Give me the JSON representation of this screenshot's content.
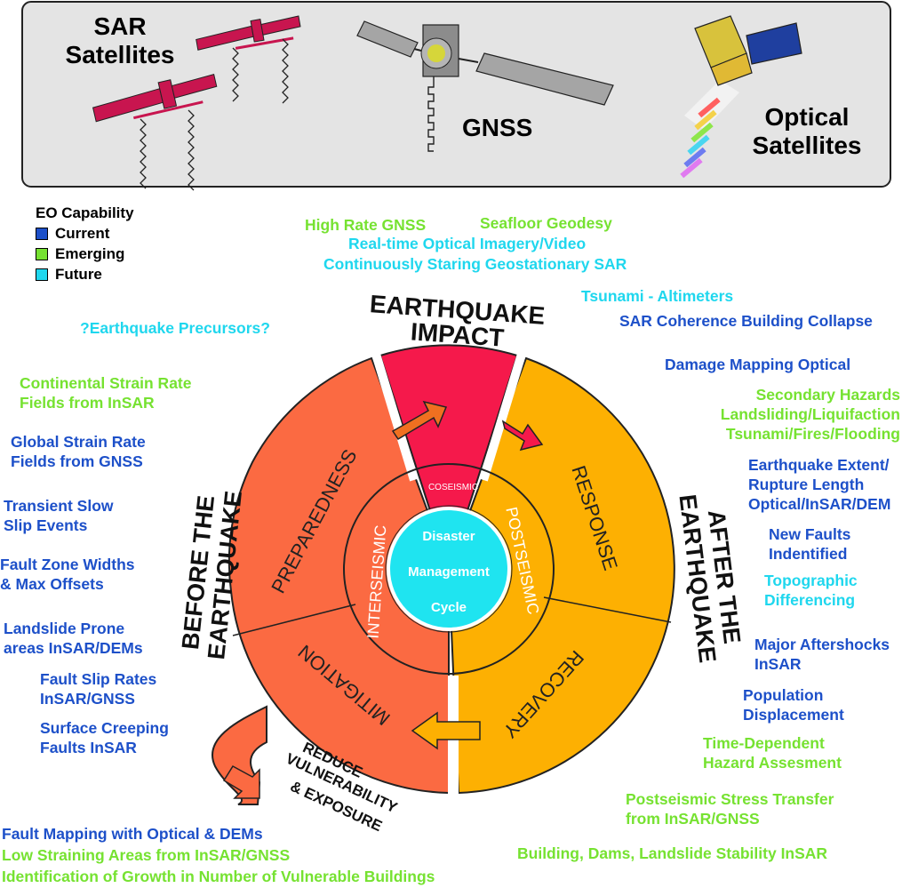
{
  "header": {
    "sar": [
      "SAR",
      "Satellites"
    ],
    "gnss": "GNSS",
    "optical": [
      "Optical",
      "Satellites"
    ]
  },
  "legend": {
    "title": "EO Capability",
    "items": [
      {
        "label": "Current",
        "color": "#1d50c9"
      },
      {
        "label": "Emerging",
        "color": "#76e231"
      },
      {
        "label": "Future",
        "color": "#1fd7ee"
      }
    ]
  },
  "colors": {
    "current": "#1d50c9",
    "emerging": "#76e231",
    "future": "#1fd7ee",
    "preparedness": "#fb6a42",
    "impact": "#f5194b",
    "response": "#fdb002",
    "center": "#1fe4f0"
  },
  "cycle": {
    "impact_title": [
      "EARTHQUAKE",
      "IMPACT"
    ],
    "before_title": [
      "BEFORE THE",
      "EARTHQUAKE"
    ],
    "after_title": [
      "AFTER THE",
      "EARTHQUAKE"
    ],
    "preparedness": "PREPAREDNESS",
    "response": "RESPONSE",
    "mitigation": "MITIGATION",
    "recovery": "RECOVERY",
    "coseismic": "COSEISMIC",
    "interseismic": "INTERSEISMIC",
    "postseismic": "POSTSEISMIC",
    "center": [
      "Disaster",
      "Management",
      "Cycle"
    ],
    "reduce": [
      "REDUCE",
      "VULNERABILITY",
      "& EXPOSURE"
    ]
  },
  "top_labels": {
    "high_rate_gnss": "High Rate GNSS",
    "seafloor": "Seafloor Geodesy",
    "realtime_optical": "Real-time Optical Imagery/Video",
    "staring_sar": "Continuously Staring Geostationary SAR",
    "precursors": "?Earthquake Precursors?"
  },
  "left_labels": {
    "continental": [
      "Continental Strain Rate",
      "Fields from InSAR"
    ],
    "global": [
      "Global Strain Rate",
      "Fields from GNSS"
    ],
    "transient": [
      "Transient Slow",
      "Slip Events"
    ],
    "fault_zone": [
      "Fault Zone Widths",
      "& Max Offsets"
    ],
    "landslide_prone": [
      "Landslide Prone",
      "areas InSAR/DEMs"
    ],
    "slip_rates": [
      "Fault Slip Rates",
      "InSAR/GNSS"
    ],
    "creeping": [
      "Surface Creeping",
      "Faults InSAR"
    ]
  },
  "right_labels": {
    "tsunami": "Tsunami - Altimeters",
    "coherence": "SAR Coherence Building Collapse",
    "damage": "Damage Mapping Optical",
    "secondary": [
      "Secondary Hazards",
      "Landsliding/Liquifaction",
      "Tsunami/Fires/Flooding"
    ],
    "extent": [
      "Earthquake Extent/",
      "Rupture Length",
      "Optical/InSAR/DEM"
    ],
    "new_faults": [
      "New Faults",
      "Indentified"
    ],
    "topographic": [
      "Topographic",
      "Differencing"
    ],
    "aftershocks": [
      "Major Aftershocks",
      "InSAR"
    ],
    "population": [
      "Population",
      "Displacement"
    ],
    "time_dependent": [
      "Time-Dependent",
      "Hazard Assesment"
    ],
    "stress": [
      "Postseismic Stress Transfer",
      "from InSAR/GNSS"
    ],
    "building": "Building, Dams, Landslide Stability InSAR"
  },
  "bottom_labels": {
    "fault_mapping": "Fault Mapping with Optical & DEMs",
    "low_straining": "Low Straining Areas from InSAR/GNSS",
    "identification": "Identification of Growth in Number of Vulnerable Buildings"
  }
}
